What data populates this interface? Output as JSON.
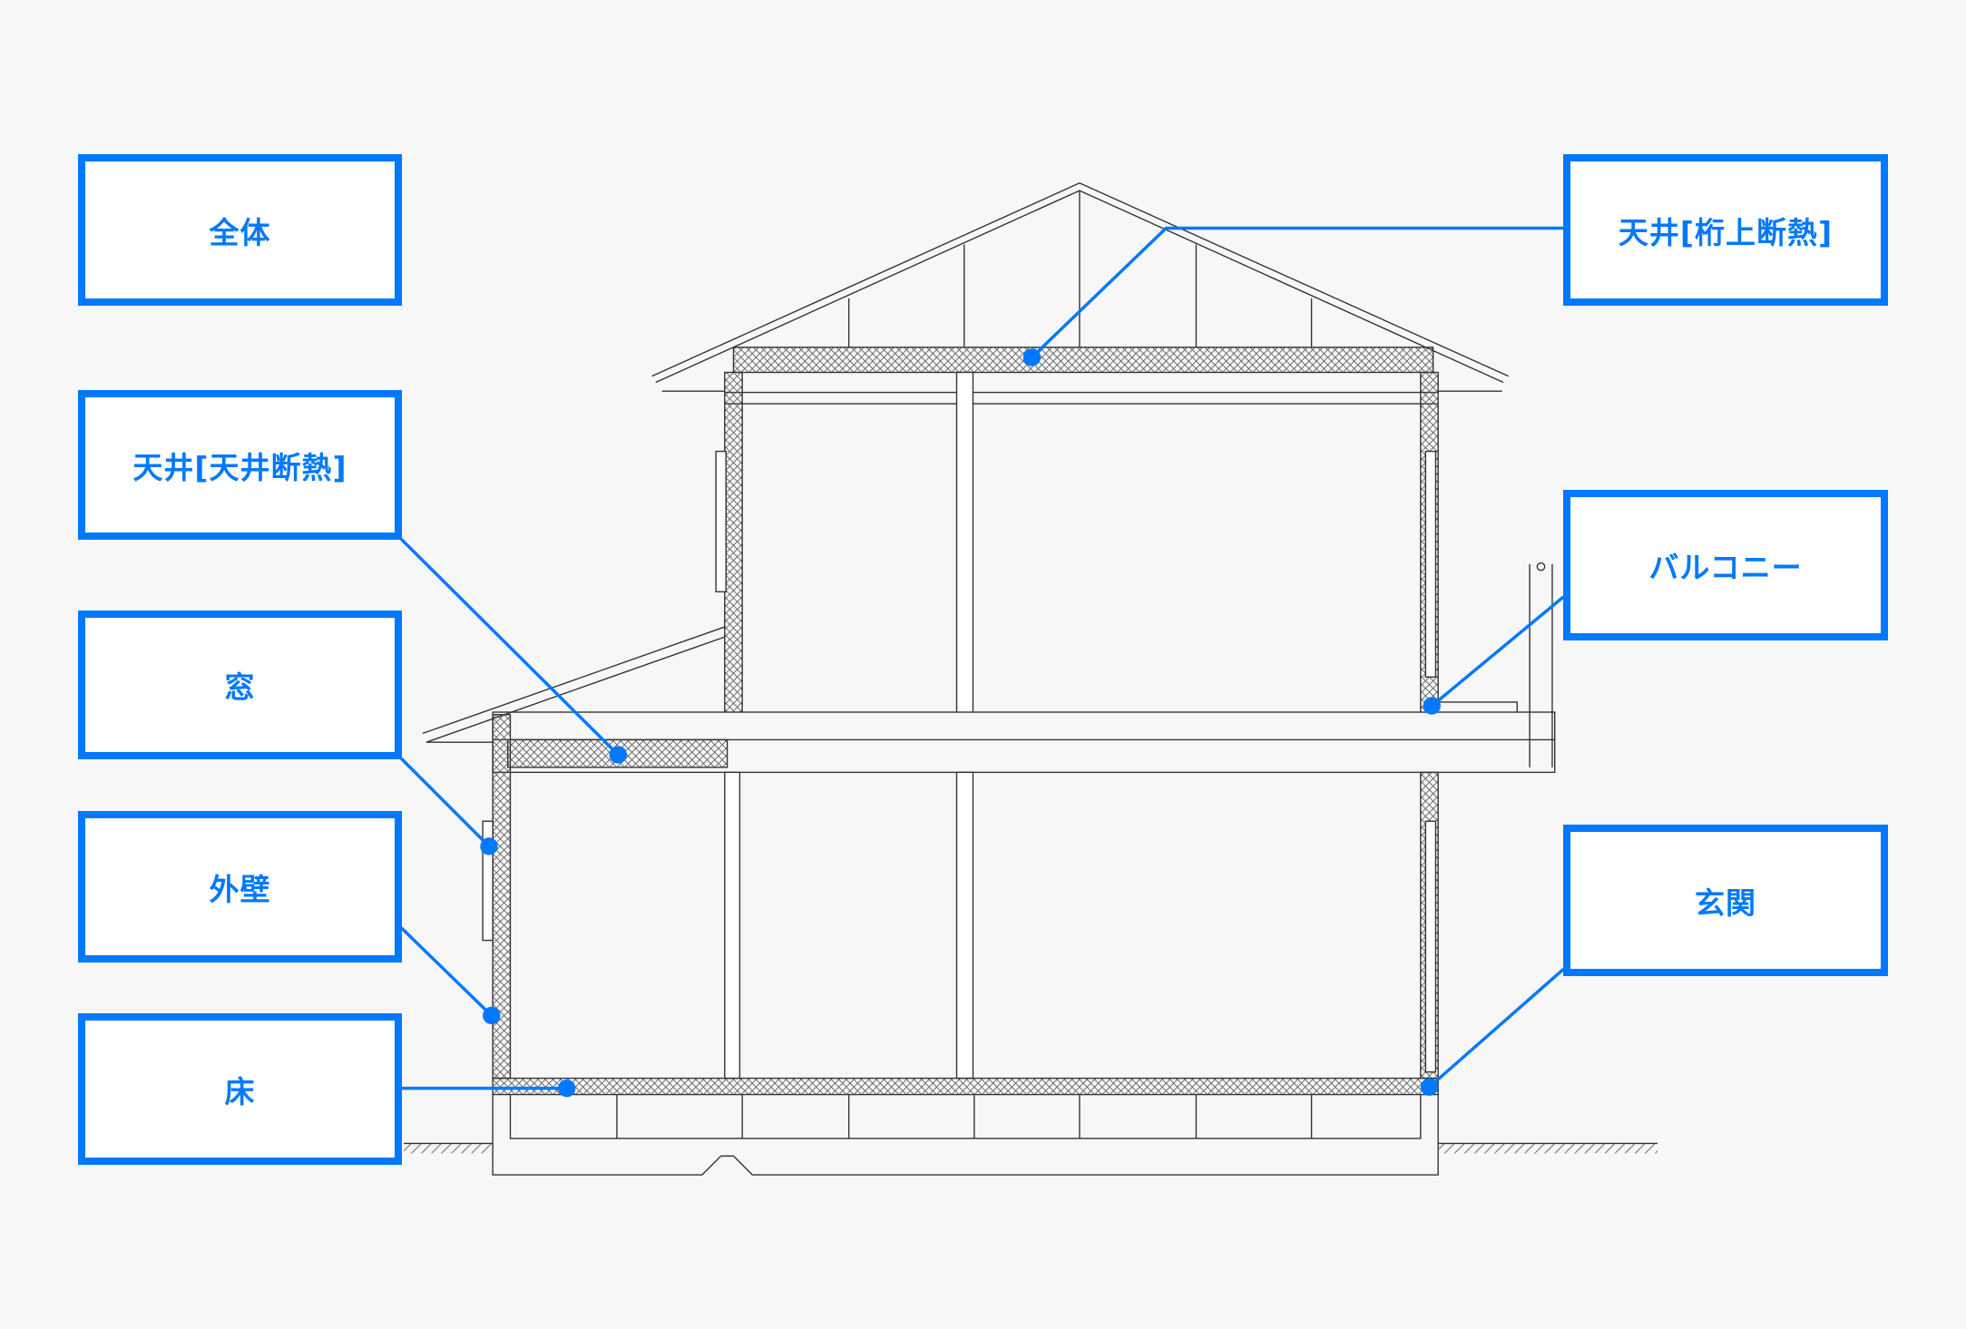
{
  "accent_color": "#0078ff",
  "callouts": {
    "whole": "全体",
    "ceiling_insulation": "天井[天井断熱]",
    "window": "窓",
    "exterior_wall": "外壁",
    "floor": "床",
    "ceiling_above_beam": "天井[桁上断熱]",
    "balcony": "バルコニー",
    "entrance": "玄関"
  }
}
